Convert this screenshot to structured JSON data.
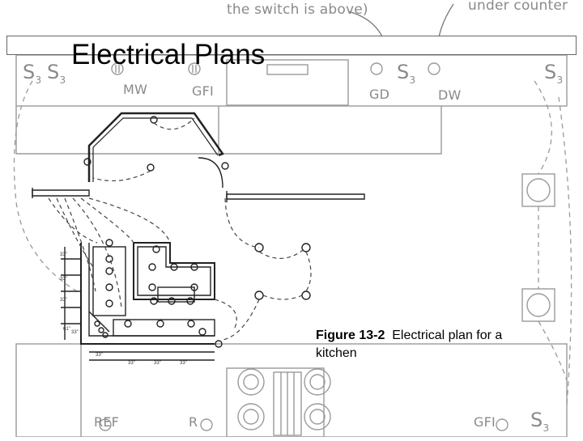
{
  "title": "Electrical Plans",
  "caption": {
    "figure_label": "Figure 13-2",
    "text": "Electrical plan for a kitchen"
  },
  "annotations": {
    "switch_note": "the switch is above)",
    "under_counter": "under counter"
  },
  "switch_symbols": [
    {
      "symbol": "S",
      "sub": "3"
    },
    {
      "symbol": "S",
      "sub": "3"
    },
    {
      "symbol": "S",
      "sub": "3"
    },
    {
      "symbol": "S",
      "sub": "3"
    },
    {
      "symbol": "S",
      "sub": "3"
    }
  ],
  "appliance_labels": {
    "microwave": "MW",
    "gfi_top": "GFI",
    "garbage_disposal": "GD",
    "dishwasher": "DW",
    "refrigerator": "REF",
    "range": "R",
    "gfi_bottom": "GFI"
  },
  "dimension_labels": [
    "33\"",
    "33\"",
    "33\"",
    "33\"",
    "33\"",
    "33\"",
    "33\"",
    "33\"",
    "61\""
  ]
}
